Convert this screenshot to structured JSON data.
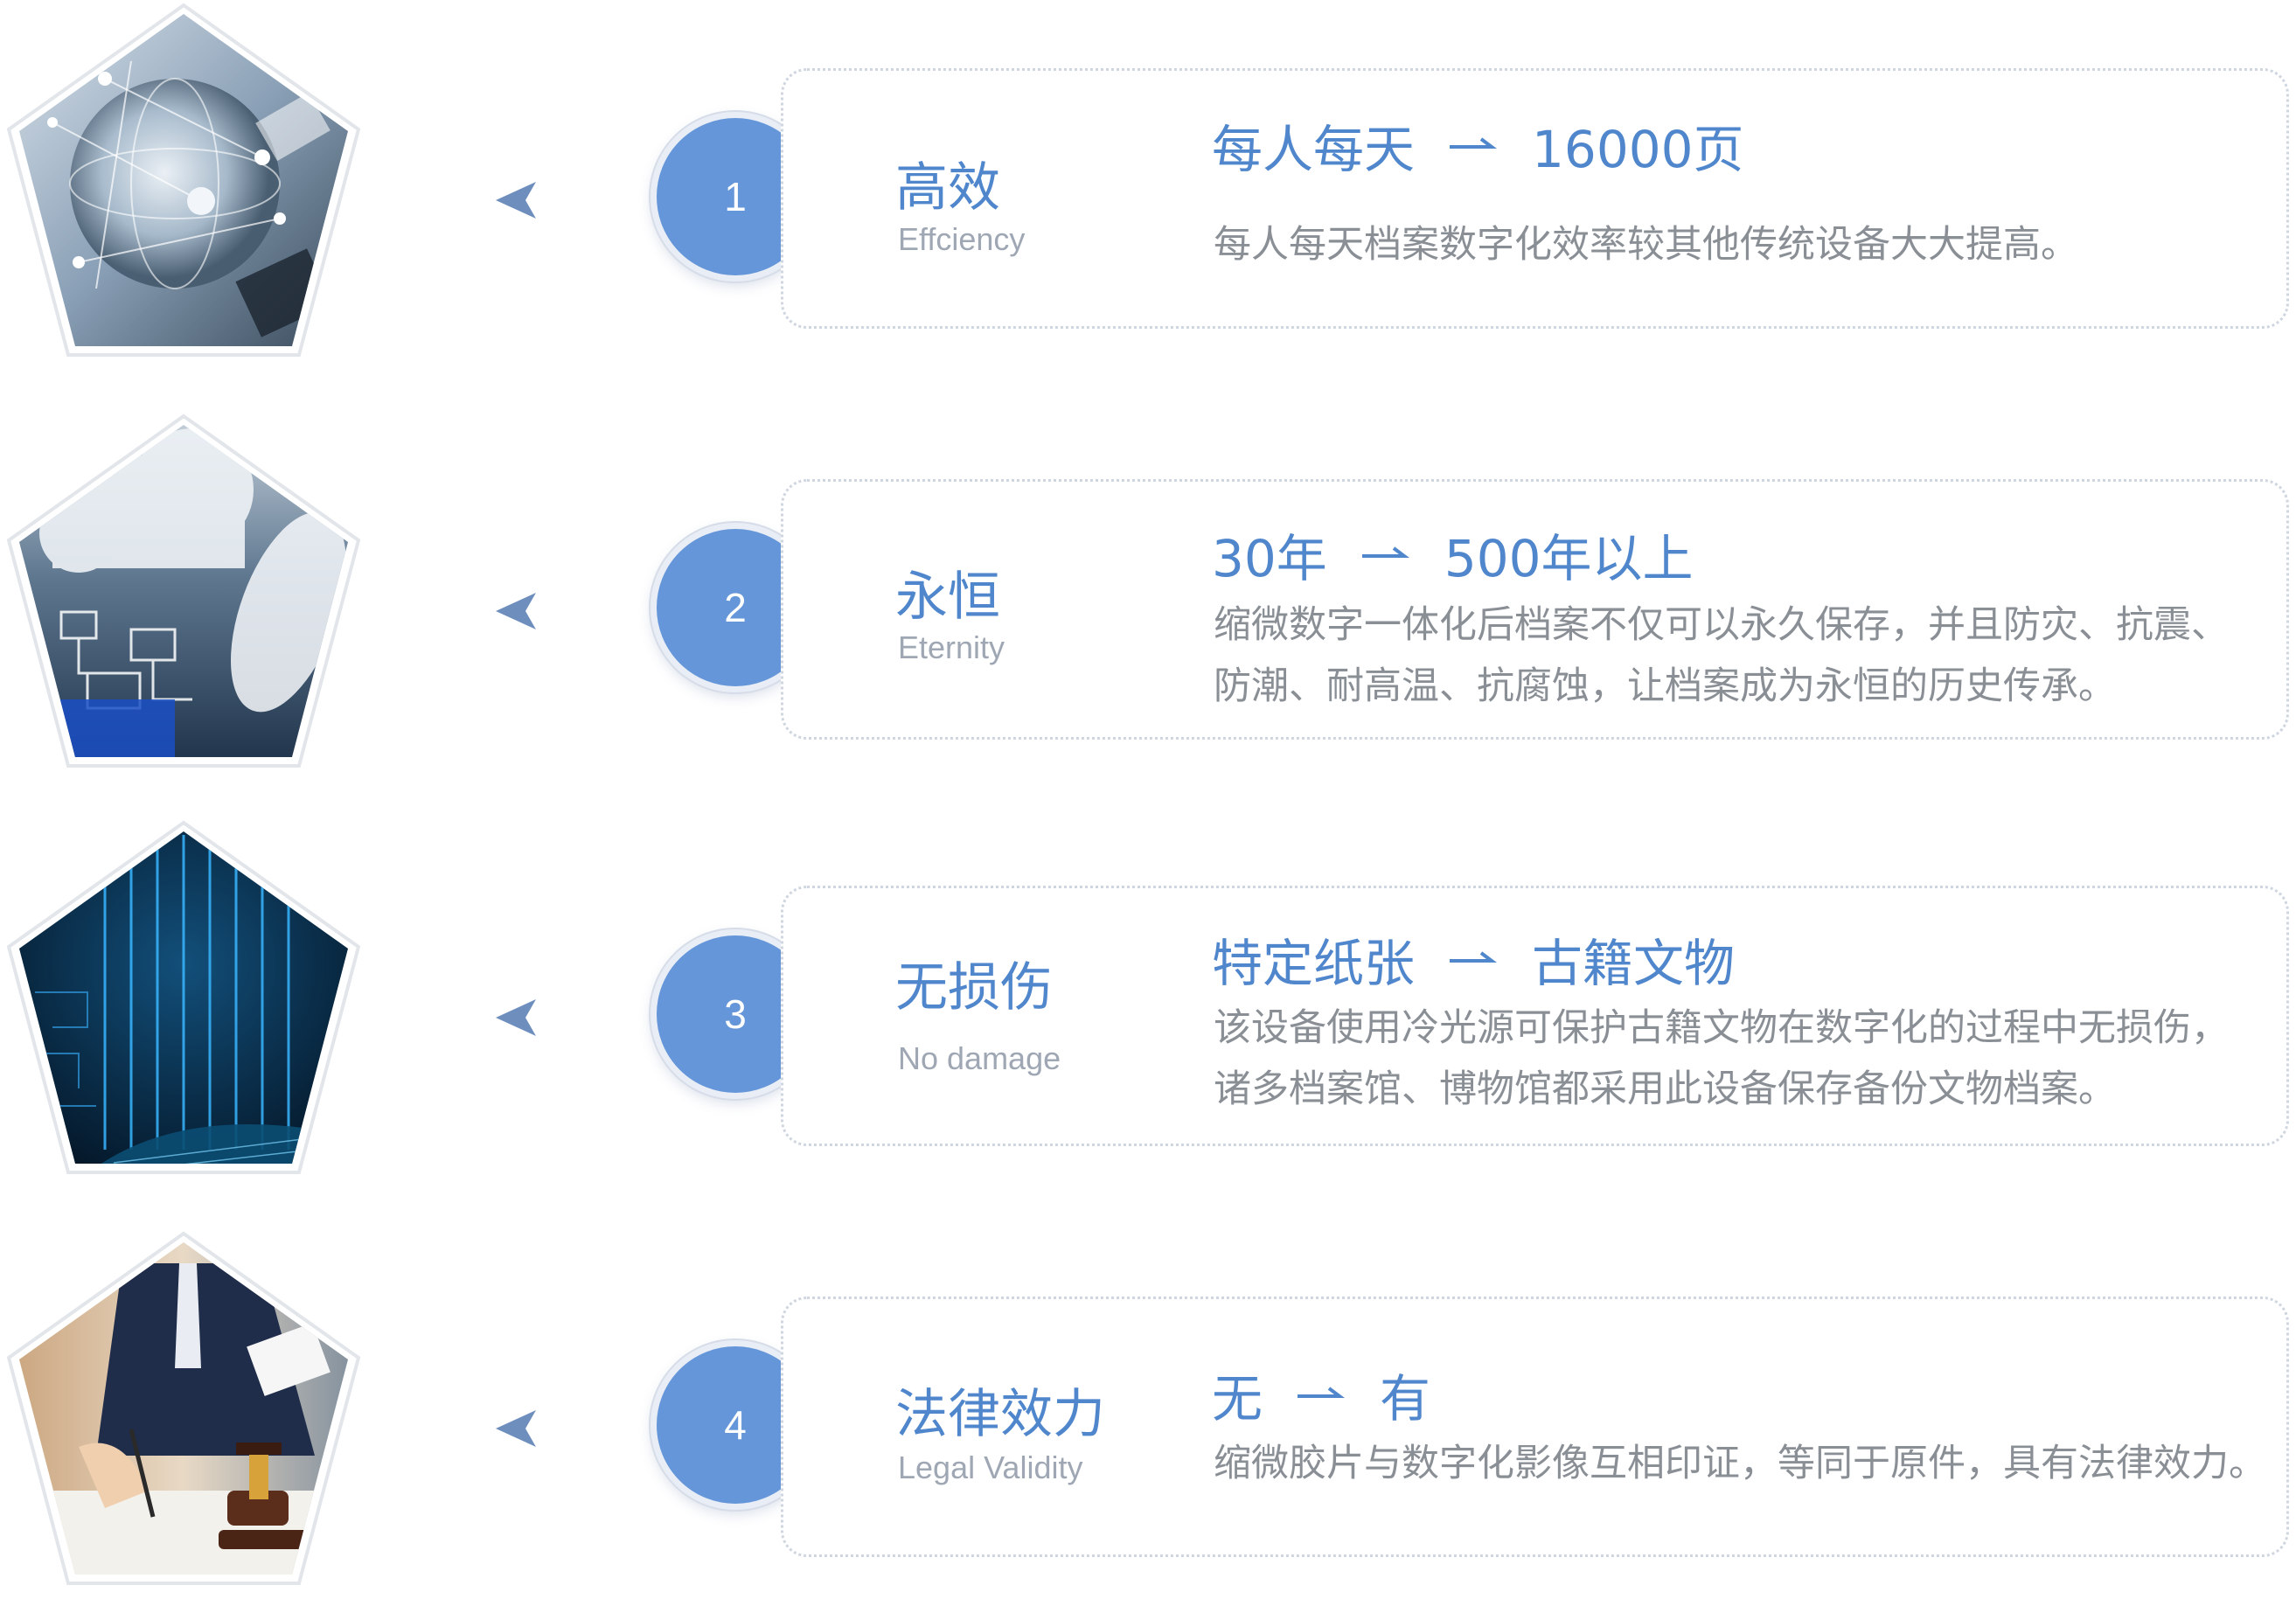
{
  "features": [
    {
      "number": "1",
      "title_cn": "高效",
      "title_en": "Effciency",
      "headline_from": "每人每天",
      "headline_to": "16000页",
      "description": [
        "每人每天档案数字化效率较其他传统设备大大提高。"
      ],
      "image_theme": "globe-network-icon"
    },
    {
      "number": "2",
      "title_cn": "永恒",
      "title_en": "Eternity",
      "headline_from": "30年",
      "headline_to": "500年以上",
      "description": [
        "缩微数字一体化后档案不仅可以永久保存，并且防灾、抗震、",
        "防潮、耐高温、抗腐蚀，让档案成为永恒的历史传承。"
      ],
      "image_theme": "cloud-circuit-icon"
    },
    {
      "number": "3",
      "title_cn": "无损伤",
      "title_en": "No damage",
      "headline_from": "特定纸张",
      "headline_to": "古籍文物",
      "description": [
        "该设备使用冷光源可保护古籍文物在数字化的过程中无损伤，",
        "诸多档案馆、博物馆都采用此设备保存备份文物档案。"
      ],
      "image_theme": "binary-book-icon"
    },
    {
      "number": "4",
      "title_cn": "法律效力",
      "title_en": "Legal Validity",
      "headline_from": "无",
      "headline_to": "有",
      "description": [
        "缩微胶片与数字化影像互相印证，等同于原件，具有法律效力。"
      ],
      "image_theme": "gavel-signing-icon"
    }
  ],
  "colors": {
    "accent": "#4f86cc",
    "circle": "#6596d9",
    "pointer": "#6e8fbe",
    "text_gray": "#8a8f96",
    "subtitle_gray": "#9ea7b3",
    "card_border": "#cfd6df"
  }
}
